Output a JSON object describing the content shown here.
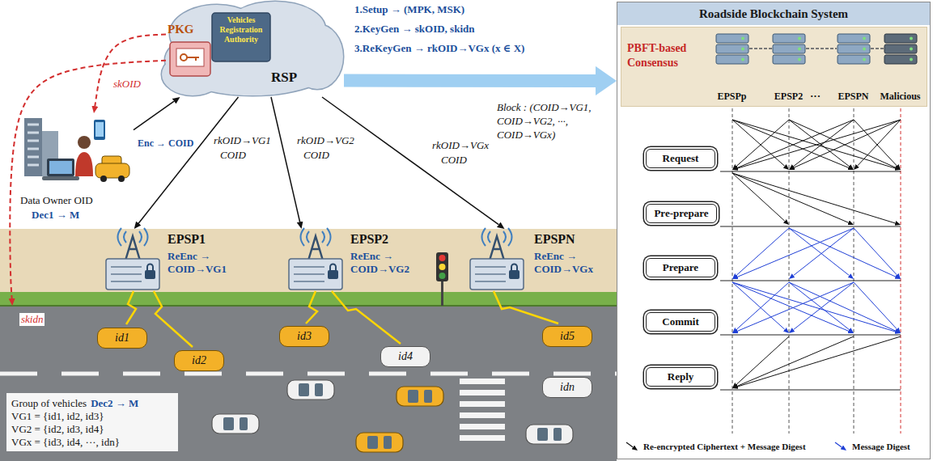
{
  "diagram": {
    "nodes": [
      {
        "text": [
          "RSP",
          "Vehicles Registration Authority"
        ]
      },
      {
        "text": [
          "PKG"
        ],
        "in": 0
      },
      {
        "text": [
          "Data Owner OID",
          "Dec1 → M"
        ]
      },
      {
        "text": [
          "EPSP1",
          "ReEnc → COID→VG1"
        ]
      },
      {
        "text": [
          "EPSP2",
          "ReEnc → COID→VG2"
        ]
      },
      {
        "text": [
          "EPSPN",
          "ReEnc → COID→VGx"
        ]
      },
      {
        "text": [
          "Group of vehicles",
          "Dec2 → M",
          "VG1 = {id1, id2, id3}",
          "VG2 = {id2, id3, id4}",
          "VGx = {id3, id4, ···, idn}"
        ]
      },
      {
        "text": [
          "id1"
        ],
        "in": 6
      },
      {
        "text": [
          "id2"
        ],
        "in": 6
      },
      {
        "text": [
          "id3"
        ],
        "in": 6
      },
      {
        "text": [
          "id4"
        ],
        "in": 6
      },
      {
        "text": [
          "id5"
        ],
        "in": 6
      },
      {
        "text": [
          "idn"
        ],
        "in": 6
      },
      {
        "text": [
          "Roadside Blockchain System"
        ]
      },
      {
        "text": [
          "PBFT-based Consensus"
        ],
        "in": 13
      },
      {
        "text": [
          "EPSPp"
        ],
        "in": 14
      },
      {
        "text": [
          "EPSP2"
        ],
        "in": 14
      },
      {
        "text": [
          "EPSPN"
        ],
        "in": 14
      },
      {
        "text": [
          "Malicious"
        ],
        "in": 14
      },
      {
        "text": [
          "Request"
        ],
        "in": 13
      },
      {
        "text": [
          "Pre-prepare"
        ],
        "in": 13
      },
      {
        "text": [
          "Prepare"
        ],
        "in": 13
      },
      {
        "text": [
          "Commit"
        ],
        "in": 13
      },
      {
        "text": [
          "Reply"
        ],
        "in": 13
      }
    ],
    "edges": [
      {
        "from": 1,
        "to": 2,
        "label": "skOID",
        "arrow": "to"
      },
      {
        "from": 2,
        "to": 0,
        "label": "Enc → COID",
        "arrow": "to"
      },
      {
        "from": 0,
        "to": 3,
        "label": "rkOID→VG1",
        "arrow": "to"
      },
      {
        "from": 0,
        "to": 4,
        "label": "rkOID→VG2",
        "arrow": "to"
      },
      {
        "from": 0,
        "to": 5,
        "label": "rkOID→VGx",
        "arrow": "to"
      },
      {
        "from": 1,
        "to": 6,
        "label": "skidn",
        "arrow": "to"
      },
      {
        "from": 0,
        "to": 13,
        "label": "Block : (COID→VG1, COID→VG2, ···, COID→VGx)",
        "arrow": "to"
      }
    ],
    "labels": [
      "1.Setup → (MPK, MSK)",
      "2.KeyGen → skOID, skidn",
      "3.ReKeyGen → rkOID→VGx (x ∈ X)",
      "COID",
      "COID",
      "COID",
      "···"
    ],
    "legend": [
      {
        "text": "Re-encrypted Ciphertext + Message Digest"
      },
      {
        "text": "Message Digest"
      }
    ]
  }
}
